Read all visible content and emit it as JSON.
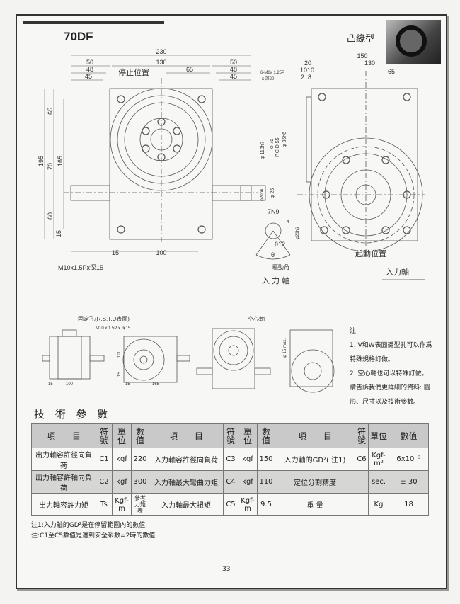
{
  "header": {
    "model": "70DF",
    "type": "凸緣型"
  },
  "drawing": {
    "front": {
      "dims_top": [
        "230",
        "50",
        "130",
        "48",
        "45",
        "65",
        "50",
        "48",
        "45"
      ],
      "stop_label": "停止位置",
      "thread_note_1": "6-M8x 1.25P",
      "thread_note_2": "x 深20",
      "dims_left": [
        "195",
        "65",
        "70",
        "165",
        "60",
        "15"
      ],
      "dims_bottom": [
        "15",
        "100"
      ],
      "mount_note": "M10x1.5Px深15"
    },
    "side": {
      "dims_top": [
        "150",
        "20",
        "130",
        "10",
        "10",
        "2",
        "8",
        "65"
      ],
      "dims_vert": [
        "φ 110h7",
        "φ 75",
        "P.C.D.55",
        "φ 35h6",
        "φ20h6",
        "φ 25"
      ],
      "start_label": "起動位置",
      "input_label": "入力軸"
    },
    "shaft": {
      "key": "7N9",
      "depth": "4",
      "dia": "φ20h6",
      "angle_r": "θ12",
      "theta": "θ",
      "drive_angle": "驅動角",
      "title": "入 力 軸"
    },
    "small": {
      "fix_hole": "固定孔(R.S.T.U表面)",
      "fix_note": "M10 x 1.5P x 深15",
      "dims_a": [
        "15",
        "100"
      ],
      "dims_b": [
        "100",
        "15",
        "15",
        "165"
      ],
      "hollow": "空心軸",
      "hollow_dim": "φ 15 max."
    }
  },
  "side_notes": {
    "title": "注:",
    "n1": "1. V和W表面鍵型孔可以作爲特殊規格訂做。",
    "n2": "2. 空心軸也可以特殊訂做。",
    "n3": "請告訴我們更詳細的資料: 圖形、尺寸以及技術參數。"
  },
  "spec": {
    "title": "技 術 參 數",
    "headers": [
      "項　　目",
      "符號",
      "單位",
      "數值",
      "項　　目",
      "符號",
      "單位",
      "數值",
      "項　　目",
      "符號",
      "單位",
      "數值"
    ],
    "rows": [
      [
        "出力軸容許徑向負荷",
        "C1",
        "kgf",
        "220",
        "入力軸容許徑向負荷",
        "C3",
        "kgf",
        "150",
        "入力軸的GD²( 注1)",
        "C6",
        "Kgf-m²",
        "6x10⁻³"
      ],
      [
        "出力軸容許軸向負荷",
        "C2",
        "kgf",
        "300",
        "入力軸最大彎曲力矩",
        "C4",
        "kgf",
        "110",
        "定位分割精度",
        "",
        "sec.",
        "± 30"
      ],
      [
        "出力軸容許力矩",
        "Ts",
        "Kgf-m",
        "參考力矩表",
        "入力軸最大扭矩",
        "C5",
        "Kgf-m",
        "9.5",
        "重 量",
        "",
        "Kg",
        "18"
      ]
    ]
  },
  "notes": [
    "注1:入力軸的GD²是在停留範圍內的數值.",
    "注:C1至C5數值是達到安全系數=2時的數值."
  ],
  "page_number": "33"
}
